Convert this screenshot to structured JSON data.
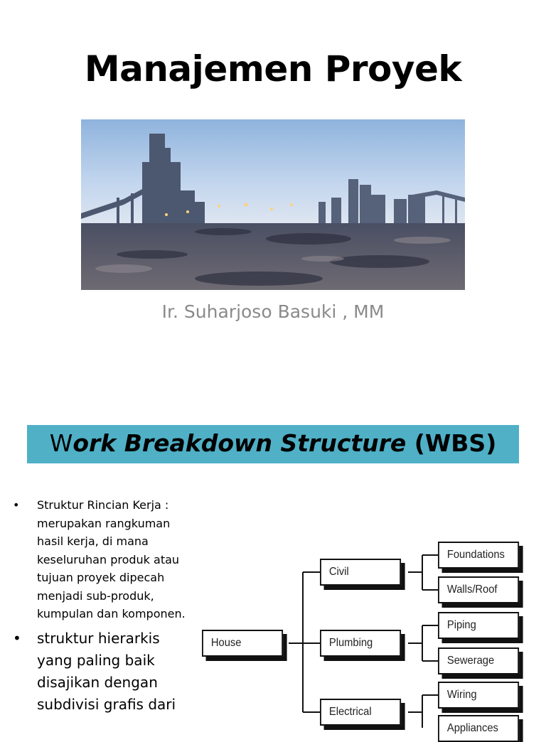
{
  "slide1": {
    "title": "Manajemen Proyek",
    "subtitle": "Ir. Suharjoso Basuki , MM"
  },
  "slide2": {
    "title_first": "W",
    "title_italic": "ork Breakdown Structure",
    "title_abbrev": " (WBS)",
    "bullets": [
      "Struktur Rincian Kerja : merupakan rangkuman hasil kerja, di mana keseluruhan produk atau tujuan proyek dipecah menjadi sub-produk, kumpulan dan komponen.",
      "struktur hierarkis yang paling baik disajikan  dengan subdivisi grafis dari"
    ],
    "wbs": {
      "root": "House",
      "level1": [
        "Civil",
        "Plumbing",
        "Electrical"
      ],
      "level2": [
        "Foundations",
        "Walls/Roof",
        "Piping",
        "Sewerage",
        "Wiring",
        "Appliances"
      ]
    }
  },
  "colors": {
    "banner": "#4fb0c6",
    "subtitle": "#8a8a8a"
  }
}
